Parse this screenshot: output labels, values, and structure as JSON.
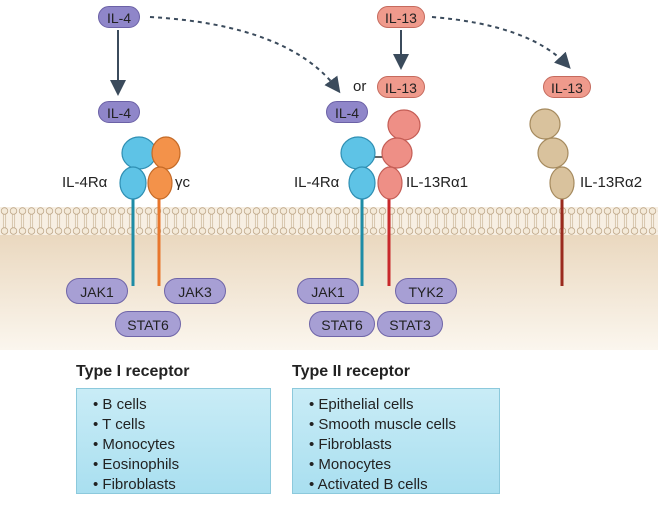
{
  "ligands": {
    "il4_top": "IL-4",
    "il4_bound1": "IL-4",
    "il4_bound2": "IL-4",
    "il13_top": "IL-13",
    "il13_bound1": "IL-13",
    "il13_bound2": "IL-13",
    "or_text": "or"
  },
  "receptors": {
    "il4ra_1": "IL-4Rα",
    "gc": "γc",
    "il4ra_2": "IL-4Rα",
    "il13ra1": "IL-13Rα1",
    "il13ra2": "IL-13Rα2"
  },
  "kinases": {
    "jak1_a": "JAK1",
    "jak3": "JAK3",
    "stat6_a": "STAT6",
    "jak1_b": "JAK1",
    "tyk2": "TYK2",
    "stat6_b": "STAT6",
    "stat3": "STAT3"
  },
  "type1": {
    "title": "Type I receptor",
    "cells": [
      "B cells",
      "T cells",
      "Monocytes",
      "Eosinophils",
      "Fibroblasts"
    ]
  },
  "type2": {
    "title": "Type II receptor",
    "cells": [
      "Epithelial cells",
      "Smooth muscle cells",
      "Fibroblasts",
      "Monocytes",
      "Activated B cells"
    ]
  },
  "colors": {
    "il4": "#8f86c9",
    "il13": "#ef9a8c",
    "il4ra": "#5ec3e6",
    "gc": "#f3924a",
    "il13ra1": "#ee8f86",
    "il13ra2": "#d9c29d",
    "membrane": "#e8d6bd"
  }
}
